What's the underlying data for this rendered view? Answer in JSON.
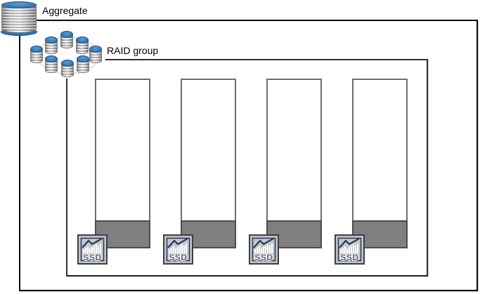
{
  "diagram": {
    "aggregate": {
      "label": "Aggregate"
    },
    "raid_group": {
      "label": "RAID group"
    },
    "drives": [
      {
        "type_label": "SSD"
      },
      {
        "type_label": "SSD"
      },
      {
        "type_label": "SSD"
      },
      {
        "type_label": "SSD"
      }
    ],
    "colors": {
      "accent_blue": "#2e75b6",
      "cylinder_top_blue": "#5b9bd5",
      "used_segment_gray": "#7f7f7f",
      "drive_border_gray": "#6e6e6e",
      "box_border_black": "#0d0d0d"
    }
  }
}
